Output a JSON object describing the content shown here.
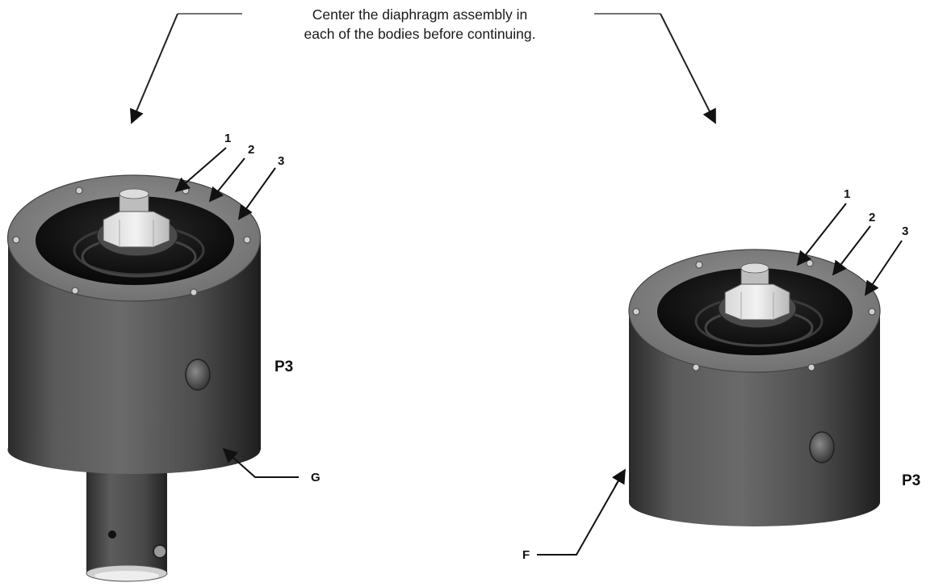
{
  "instruction": {
    "line1": "Center the diaphragm assembly in",
    "line2": "each of the bodies before continuing."
  },
  "left_assembly": {
    "callouts": [
      "1",
      "2",
      "3"
    ],
    "port_label": "P3",
    "bottom_label": "G"
  },
  "right_assembly": {
    "callouts": [
      "1",
      "2",
      "3"
    ],
    "port_label": "P3",
    "bottom_label": "F"
  }
}
